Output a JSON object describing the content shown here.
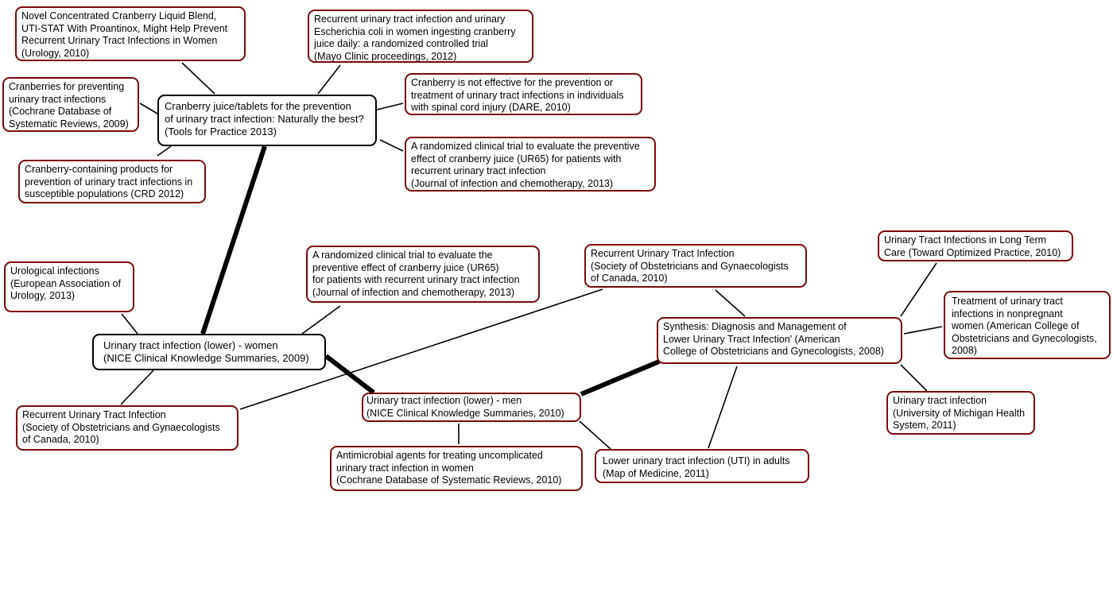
{
  "colors": {
    "border_secondary": "#7a0a0a",
    "border_primary": "#000000"
  },
  "nodes": {
    "n1": "Novel Concentrated Cranberry Liquid Blend,\nUTI-STAT With Proantinox, Might Help Prevent\nRecurrent Urinary Tract Infections in Women\n(Urology, 2010)",
    "n2": "Recurrent urinary tract infection and urinary\nEscherichia coli in women ingesting cranberry\njuice daily: a randomized controlled trial\n(Mayo Clinic proceedings, 2012)",
    "n3": "Cranberries for preventing\nurinary tract infections\n(Cochrane Database of\nSystematic Reviews, 2009)",
    "cranberry_main": "Cranberry juice/tablets for the prevention\nof urinary tract infection: Naturally the best?\n(Tools for Practice 2013)",
    "n5": "Cranberry is not effective for the prevention or\ntreatment of urinary tract infections in individuals\nwith spinal cord injury (DARE, 2010)",
    "n6": "A randomized clinical trial to evaluate the preventive\neffect of cranberry juice (UR65) for patients with\nrecurrent urinary tract infection\n(Journal of infection and chemotherapy, 2013)",
    "n7": "Cranberry-containing products for\nprevention of urinary tract infections in\nsusceptible populations (CRD 2012)",
    "n8": "Urological infections\n(European Association of\nUrology, 2013)",
    "n9": "A randomized clinical trial to evaluate the\npreventive effect of cranberry juice (UR65)\nfor patients with recurrent urinary tract infection\n(Journal of infection and chemotherapy, 2013)",
    "women_main": "Urinary tract infection (lower) - women\n(NICE Clinical Knowledge Summaries, 2009)",
    "n11": "Recurrent Urinary Tract Infection\n(Society of Obstetricians and Gynaecologists\nof Canada, 2010)",
    "men": "Urinary tract infection (lower) - men\n(NICE Clinical Knowledge Summaries, 2010)",
    "n13": "Antimicrobial agents for treating uncomplicated\nurinary tract infection in women\n(Cochrane Database of Systematic Reviews, 2010)",
    "n14": "Recurrent Urinary Tract Infection\n(Society of Obstetricians and Gynaecologists\nof Canada, 2010)",
    "synthesis": "Synthesis: Diagnosis and Management of\nLower Urinary Tract Infection' (American\nCollege of Obstetricians and Gynecologists, 2008)",
    "n16": "Urinary Tract Infections in Long Term\nCare (Toward Optimized Practice, 2010)",
    "n17": "Treatment of urinary tract\ninfections in nonpregnant\nwomen (American College of\nObstetricians and Gynecologists,\n2008)",
    "n18": "Urinary tract infection\n(University of Michigan Health\nSystem, 2011)",
    "n19": "Lower urinary tract infection (UTI) in adults\n(Map of Medicine, 2011)"
  }
}
